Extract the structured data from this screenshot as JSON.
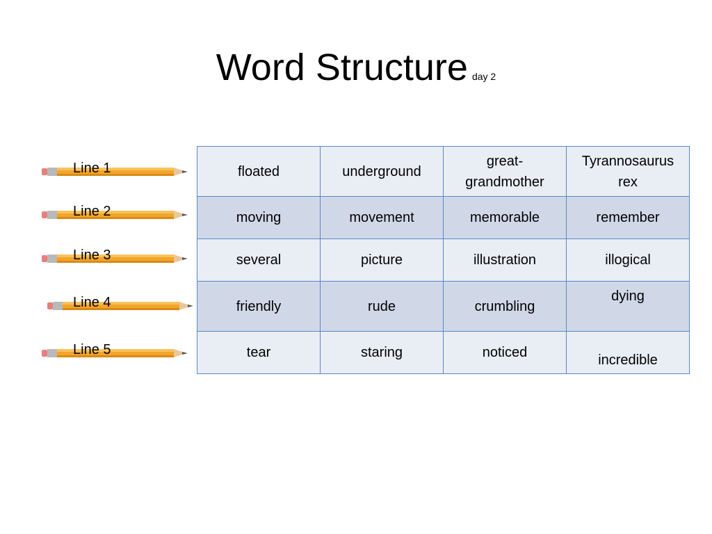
{
  "slide": {
    "title": "Word Structure",
    "subtitle": "day 2"
  },
  "lines": [
    {
      "label": "Line 1"
    },
    {
      "label": "Line 2"
    },
    {
      "label": "Line 3"
    },
    {
      "label": "Line 4"
    },
    {
      "label": "Line 5"
    }
  ],
  "table": {
    "rows": [
      [
        "floated",
        "underground",
        "great-grandmother",
        "Tyrannosaurus rex"
      ],
      [
        "moving",
        "movement",
        "memorable",
        "remember"
      ],
      [
        "several",
        "picture",
        "illustration",
        "illogical"
      ],
      [
        "friendly",
        "rude",
        "crumbling",
        "dying"
      ],
      [
        "tear",
        "staring",
        "noticed",
        "incredible"
      ]
    ]
  },
  "colors": {
    "table_border": "#5b86c5",
    "row_light": "#e9edf4",
    "row_dark": "#d0d8e8",
    "pencil_body": "#f2a52a"
  }
}
